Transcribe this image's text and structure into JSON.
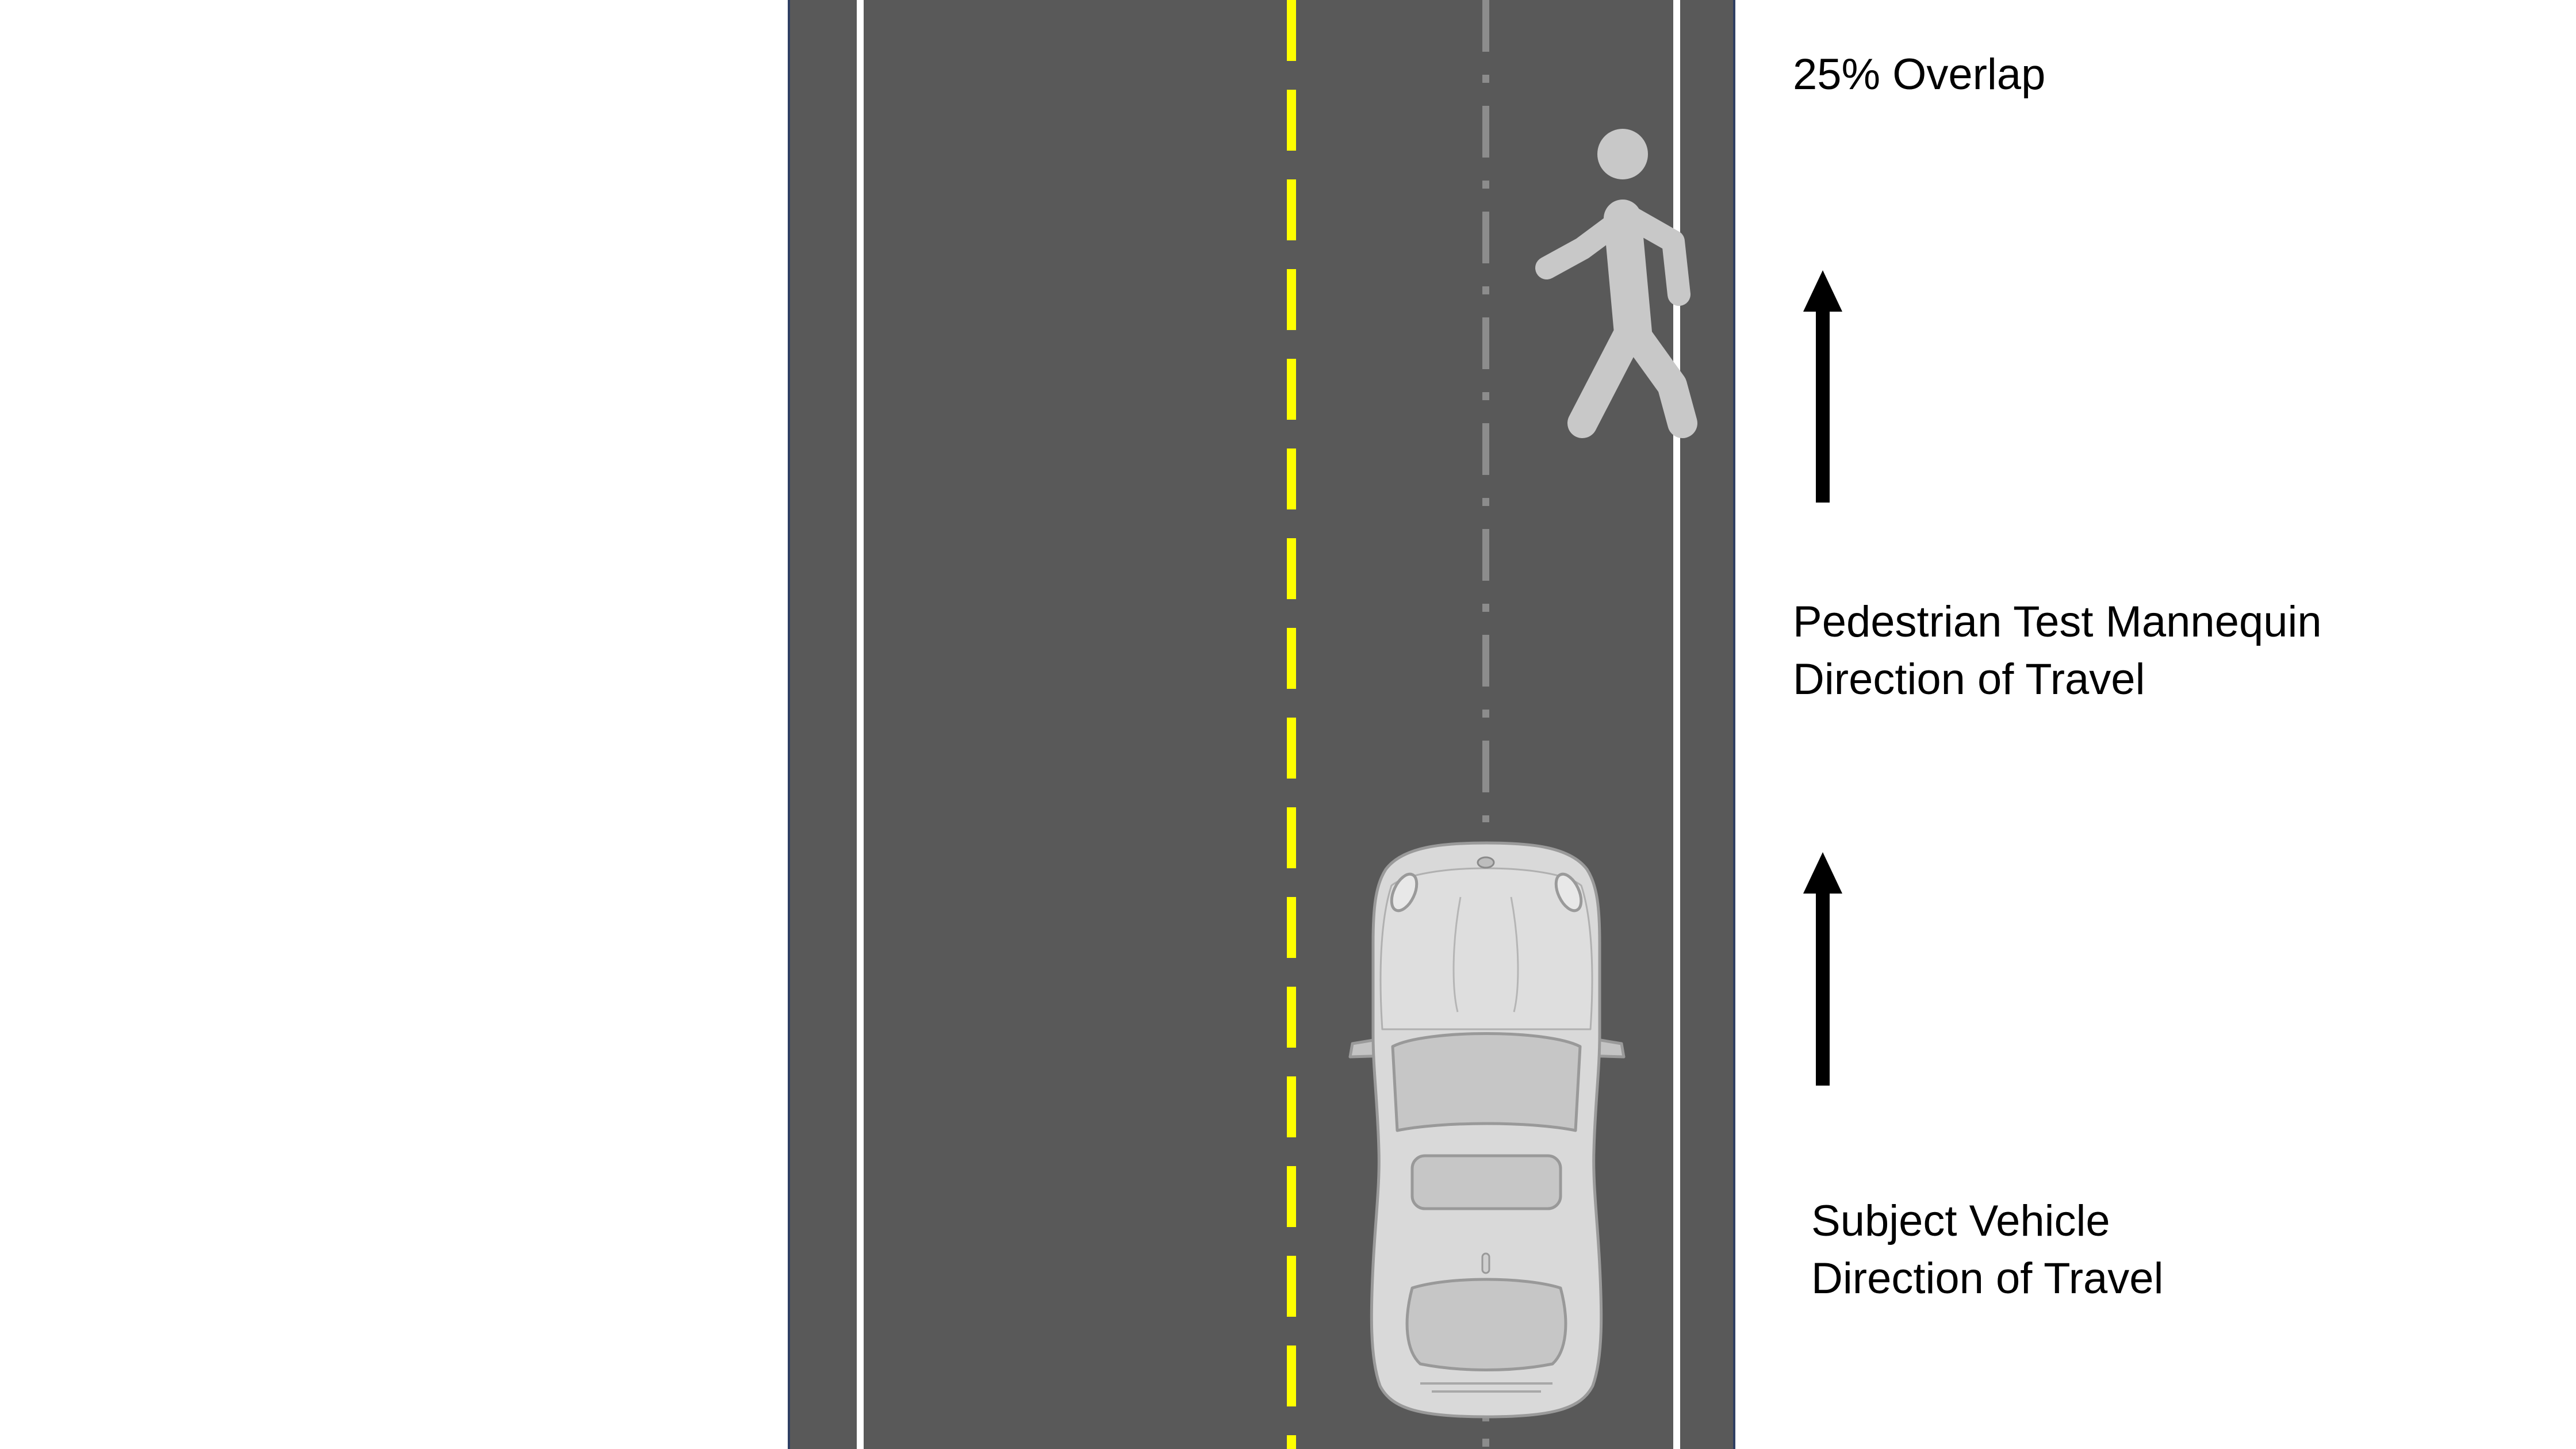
{
  "labels": {
    "overlap": "25% Overlap",
    "pedestrian_line1": "Pedestrian Test Mannequin",
    "pedestrian_line2": "Direction of Travel",
    "vehicle_line1": "Subject Vehicle",
    "vehicle_line2": "Direction of Travel"
  },
  "icons": {
    "pedestrian": "walking-person-icon",
    "vehicle": "car-top-view-icon",
    "arrows": "arrow-up-icon"
  },
  "colors": {
    "background": "#ffffff",
    "road": "#595959",
    "road_border": "#2f3f63",
    "edge_line": "#ffffff",
    "center_line": "#ffff00",
    "path_line": "#8c8c8c",
    "pedestrian": "#c8c8c8",
    "car_body": "#d9d9d9",
    "car_outline": "#a6a6a6",
    "arrow": "#000000",
    "text": "#000000"
  }
}
